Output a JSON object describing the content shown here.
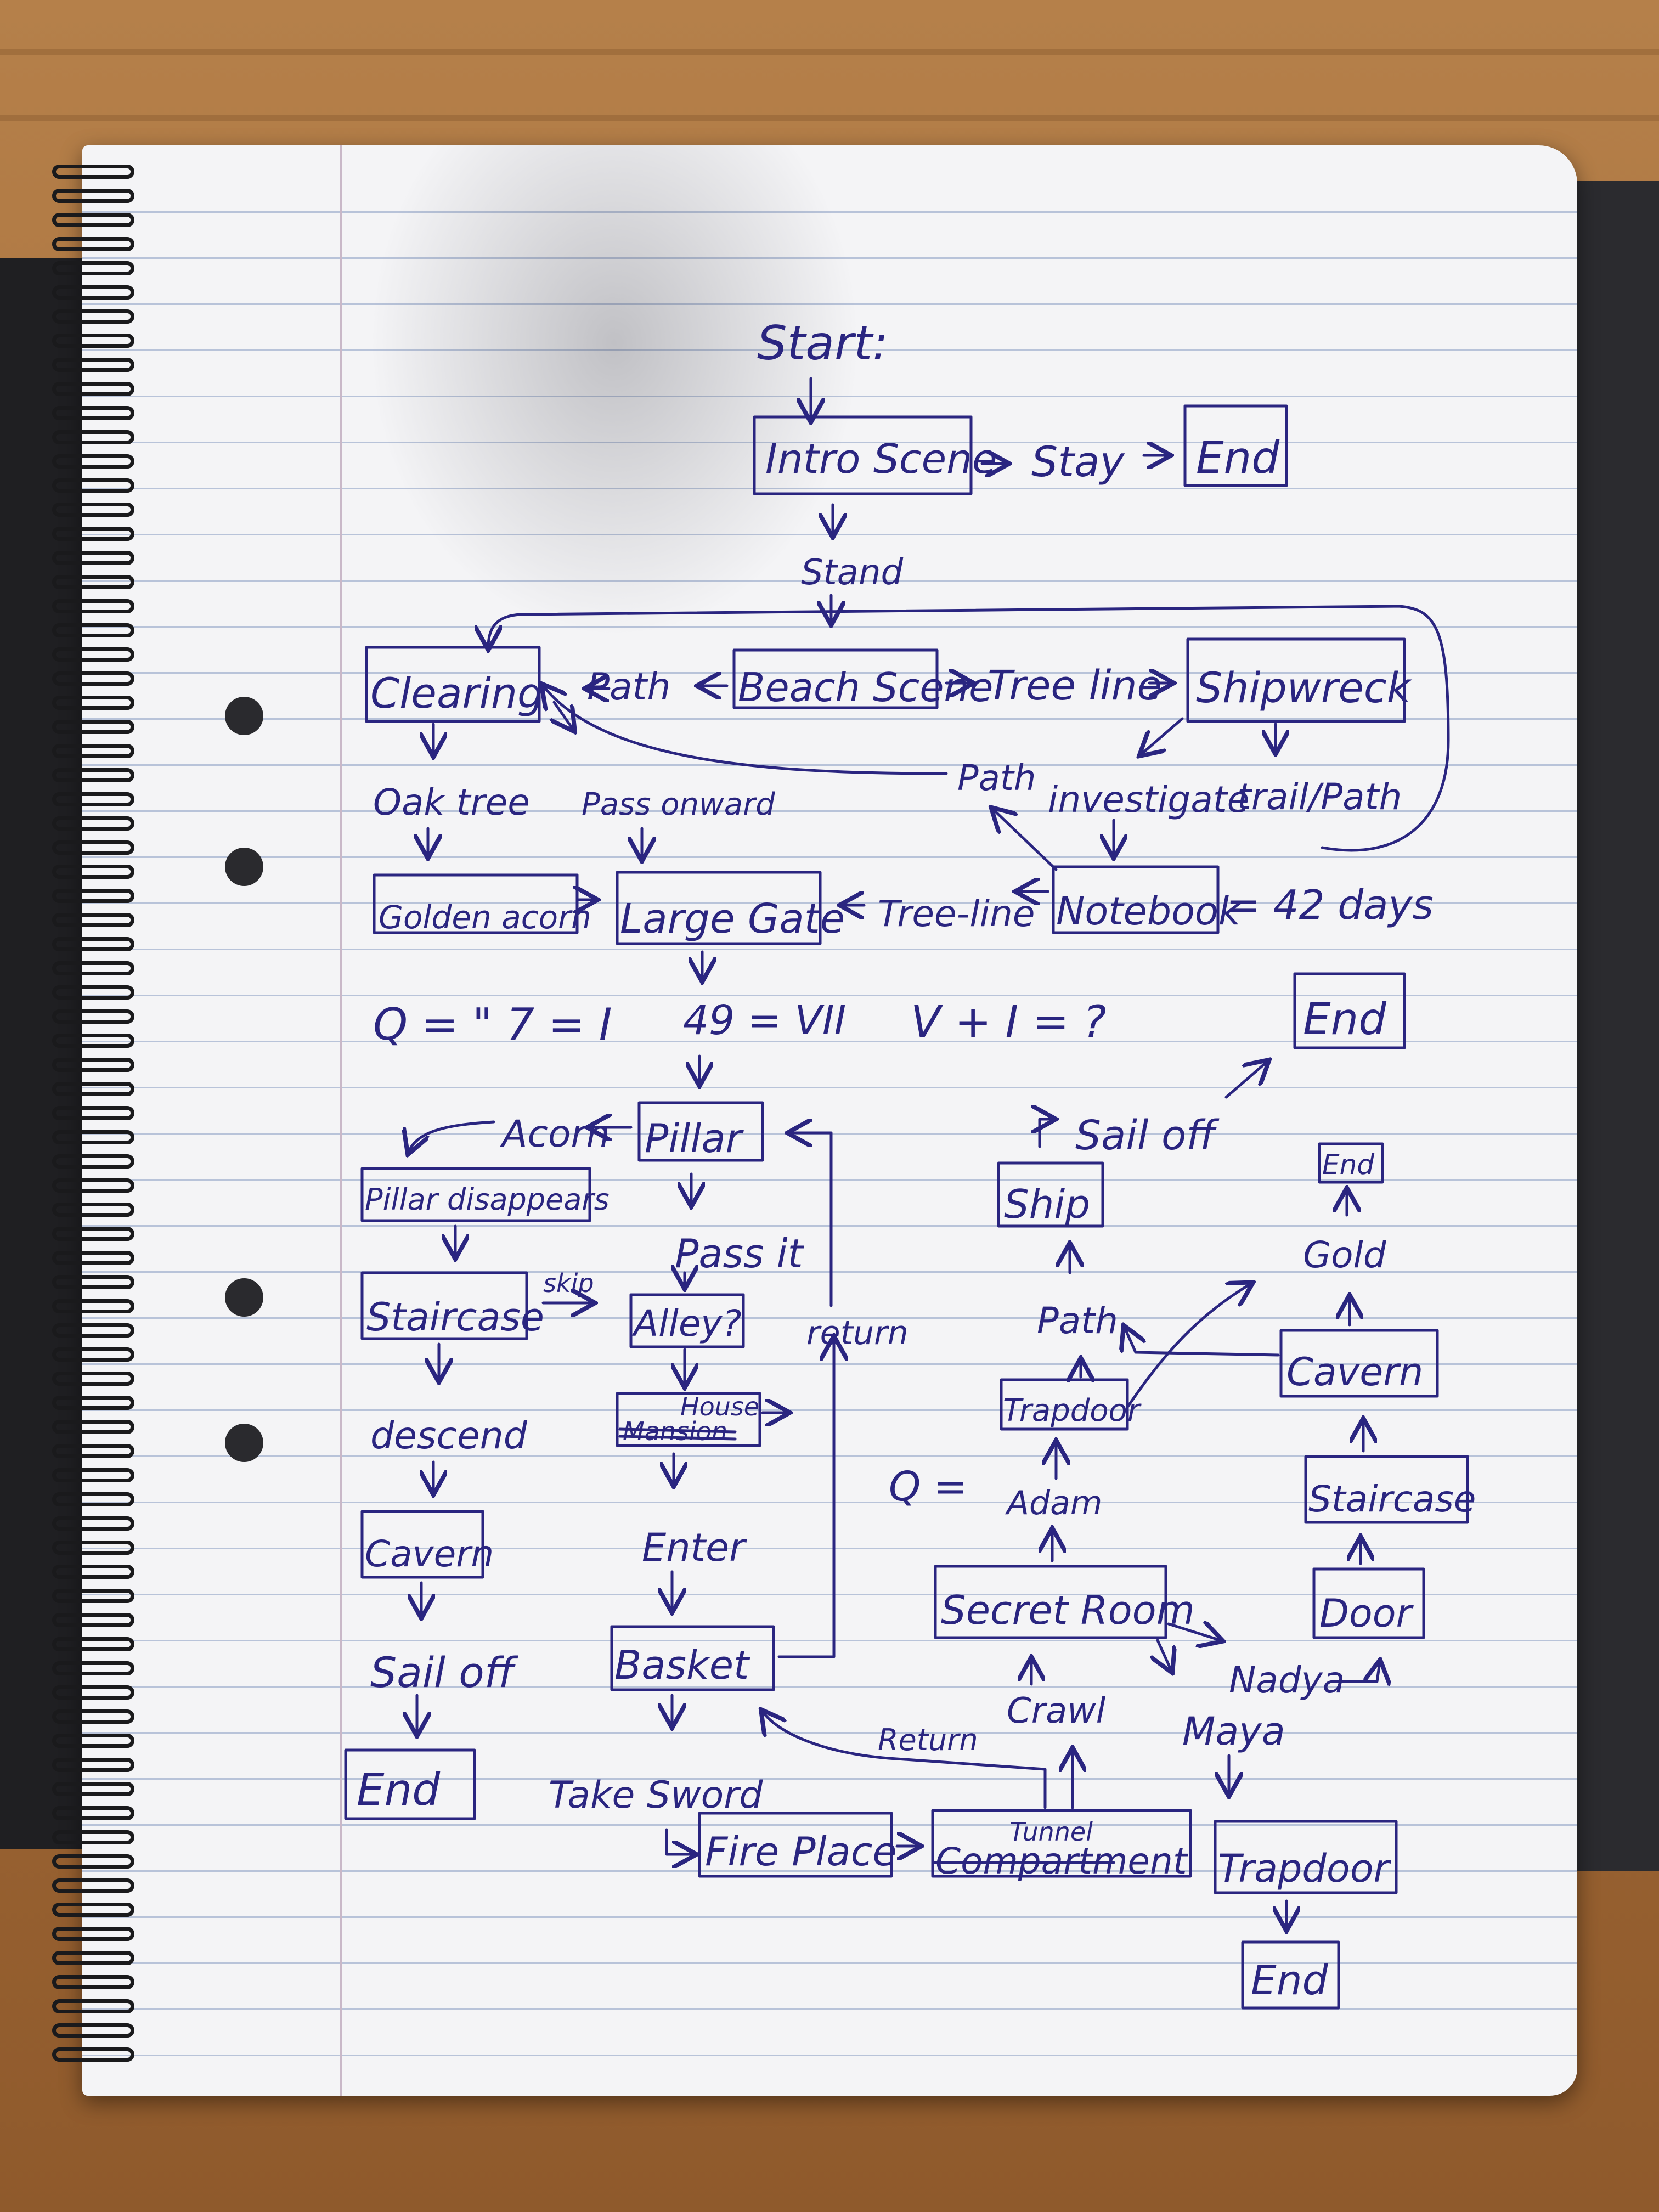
{
  "diagram": {
    "start": "Start:",
    "nodes": {
      "intro_scene": "Intro Scene",
      "stay": "Stay",
      "end_top": "End",
      "stand": "Stand",
      "clearing": "Clearing",
      "path_left": "Path",
      "beach_scene": "Beach Scene",
      "tree_line": "Tree line",
      "shipwreck": "Shipwreck",
      "path_mid": "Path",
      "investigate": "investigate",
      "trail_path": "trail/Path",
      "oak_tree": "Oak tree",
      "pass_onward": "Pass onward",
      "golden_acorn": "Golden acorn",
      "large_gate": "Large Gate",
      "tree_line_2": "Tree-line",
      "notebook": "Notebook",
      "notebook_note": "= 42  days",
      "q_eq": "Q = \" 7 = I",
      "gate_code": "49 = VII",
      "riddle": "V + I = ?",
      "end_riddle": "End",
      "pillar": "Pillar",
      "acorn": "Acorn",
      "pillar_disappears": "Pillar disappears",
      "staircase_left": "Staircase",
      "skip": "skip",
      "descend": "descend",
      "cavern_left": "Cavern",
      "sail_off_left": "Sail off",
      "end_left": "End",
      "pass_it": "Pass it",
      "alley": "Alley?",
      "house": "House",
      "mansion_struck": "Mansion",
      "enter": "Enter",
      "basket": "Basket",
      "return_1": "return",
      "take_sword": "Take Sword",
      "fire_place": "Fire Place",
      "tunnel": "Tunnel",
      "compartment_struck": "Compartment",
      "return_2": "Return",
      "crawl": "Crawl",
      "secret_room": "Secret Room",
      "q_mid": "Q =",
      "adam": "Adam",
      "trapdoor_mid": "Trapdoor",
      "path_right": "Path",
      "ship": "Ship",
      "sail_off_right": "Sail off",
      "nadya": "Nadya",
      "maya": "Maya",
      "trapdoor_bottom": "Trapdoor",
      "end_bottom": "End",
      "door": "Door",
      "staircase_right": "Staircase",
      "cavern_right": "Cavern",
      "gold": "Gold",
      "end_gold": "End"
    }
  }
}
